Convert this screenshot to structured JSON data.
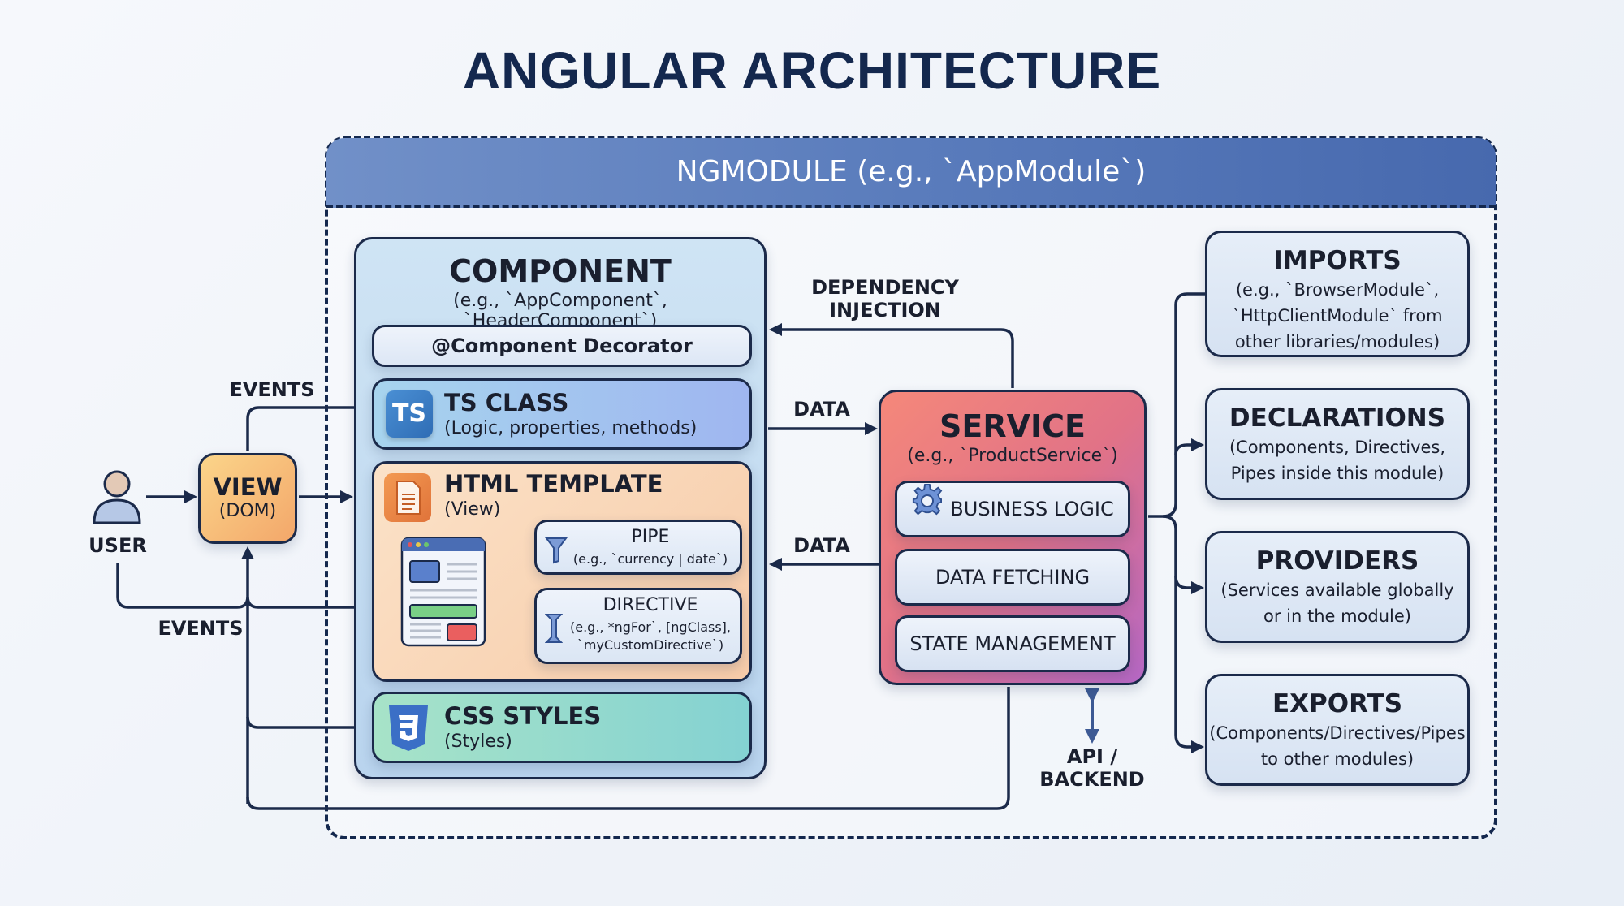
{
  "title": "ANGULAR ARCHITECTURE",
  "ngmodule": {
    "header": "NGMODULE (e.g., `AppModule`)"
  },
  "user": {
    "label": "USER"
  },
  "view": {
    "title": "VIEW",
    "subtitle": "(DOM)"
  },
  "labels": {
    "events_top": "EVENTS",
    "events_bottom": "EVENTS",
    "dependency_injection_line1": "DEPENDENCY",
    "dependency_injection_line2": "INJECTION",
    "data_to_service": "DATA",
    "data_to_component": "DATA",
    "api_line1": "API /",
    "api_line2": "BACKEND"
  },
  "component": {
    "title": "COMPONENT",
    "subtitle": "(e.g., `AppComponent`, `HeaderComponent`)",
    "decorator": "@Component Decorator",
    "ts_class": {
      "icon": "TS",
      "title": "TS CLASS",
      "subtitle": "(Logic, properties, methods)"
    },
    "html_template": {
      "title": "HTML TEMPLATE",
      "subtitle": "(View)"
    },
    "pipe": {
      "title": "PIPE",
      "subtitle": "(e.g., `currency | date`)"
    },
    "directive": {
      "title": "DIRECTIVE",
      "subtitle_line1": "(e.g., *ngFor`, [ngClass],",
      "subtitle_line2": "`myCustomDirective`)"
    },
    "css_styles": {
      "title": "CSS STYLES",
      "subtitle": "(Styles)"
    }
  },
  "service": {
    "title": "SERVICE",
    "subtitle": "(e.g., `ProductService`)",
    "items": [
      "BUSINESS LOGIC",
      "DATA FETCHING",
      "STATE MANAGEMENT"
    ]
  },
  "module_parts": [
    {
      "title": "IMPORTS",
      "lines": [
        "(e.g., `BrowserModule`,",
        "`HttpClientModule` from",
        "other libraries/modules)"
      ]
    },
    {
      "title": "DECLARATIONS",
      "lines": [
        "(Components, Directives,",
        "Pipes inside this module)"
      ]
    },
    {
      "title": "PROVIDERS",
      "lines": [
        "(Services available globally",
        "or in the module)"
      ]
    },
    {
      "title": "EXPORTS",
      "lines": [
        "(Components/Directives/Pipes",
        "to other modules)"
      ]
    }
  ],
  "colors": {
    "ink": "#1b2a4a",
    "module_header": "#5a7cbc",
    "service_start": "#f5887a",
    "service_end": "#b467c4",
    "view": "#f3a76a",
    "ts": "#2f6db5",
    "css": "#84d2d2"
  }
}
